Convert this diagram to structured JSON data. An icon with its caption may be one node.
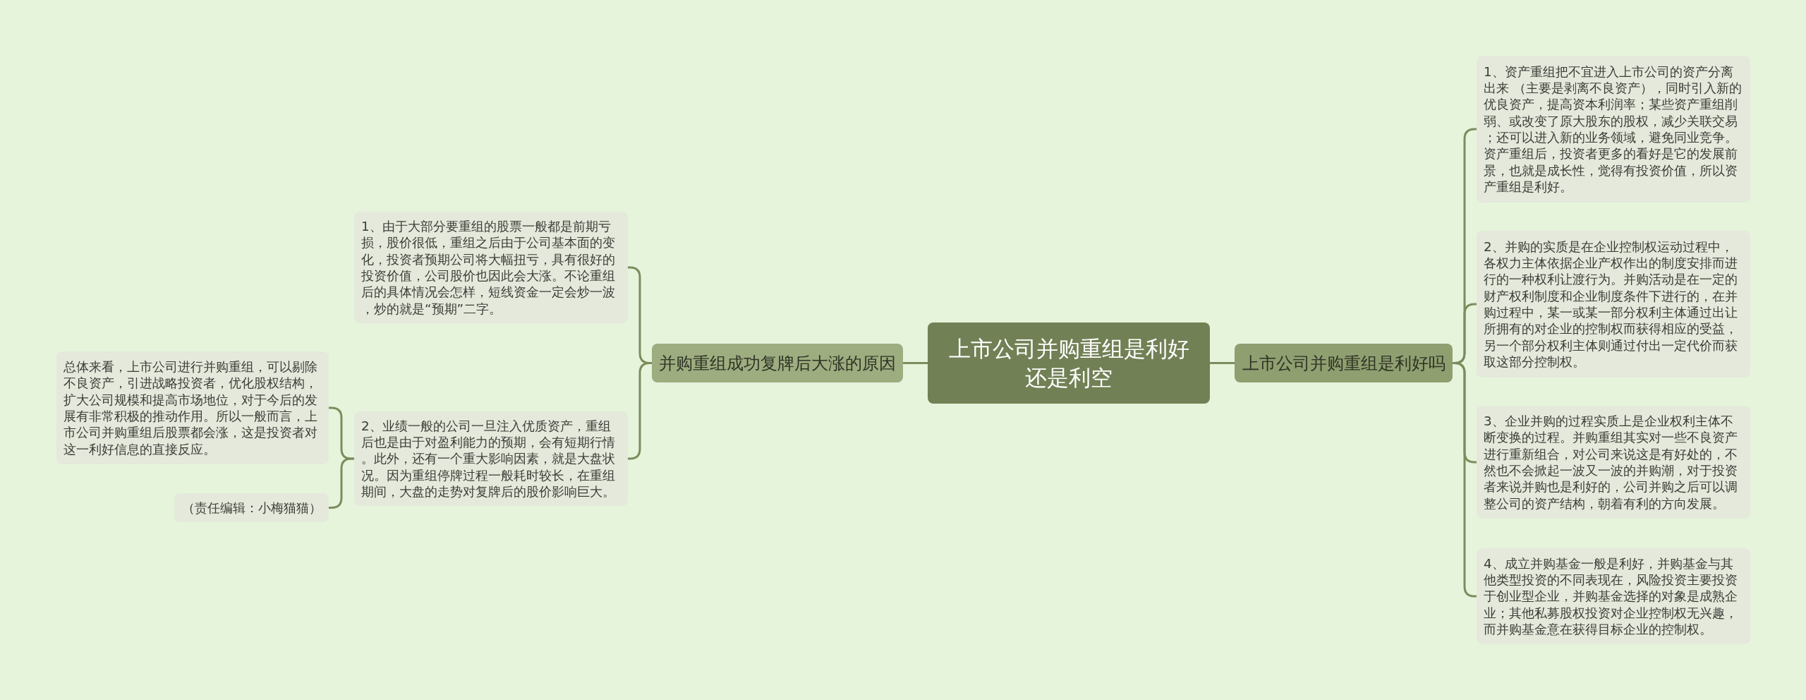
{
  "diagram": {
    "nodes": [
      {
        "text": [
          "上市公司并购重组是利好还是利空"
        ]
      },
      {
        "text": [
          "上市公司并购重组是利好吗"
        ]
      },
      {
        "text": [
          "1、资产重组把不宜进入上市公司的资产分离出来 （主要是剥离不良资产），同时引入新的优良资产，提高资本利润率；某些资产重组削弱、或改变了原大股东的股权，减少关联交易；还可以进入新的业务领域，避免同业竞争。资产重组后，投资者更多的看好是它的发展前景，也就是成长性，觉得有投资价值，所以资产重组是利好。"
        ]
      },
      {
        "text": [
          "2、并购的实质是在企业控制权运动过程中，各权力主体依据企业产权作出的制度安排而进行的一种权利让渡行为。并购活动是在一定的财产权利制度和企业制度条件下进行的，在并购过程中，某一或某一部分权利主体通过出让所拥有的对企业的控制权而获得相应的受益，另一个部分权利主体则通过付出一定代价而获取这部分控制权。"
        ]
      },
      {
        "text": [
          "3、企业并购的过程实质上是企业权利主体不断变换的过程。并购重组其实对一些不良资产进行重新组合，对公司来说这是有好处的，不然也不会掀起一波又一波的并购潮，对于投资者来说并购也是利好的，公司并购之后可以调整公司的资产结构，朝着有利的方向发展。"
        ]
      },
      {
        "text": [
          "4、成立并购基金一般是利好，并购基金与其他类型投资的不同表现在，风险投资主要投资于创业型企业，并购基金选择的对象是成熟企业；其他私募股权投资对企业控制权无兴趣，而并购基金意在获得目标企业的控制权。"
        ]
      },
      {
        "text": [
          "并购重组成功复牌后大涨的原因"
        ]
      },
      {
        "text": [
          "1、由于大部分要重组的股票一般都是前期亏损，股价很低，重组之后由于公司基本面的变化，投资者预期公司将大幅扭亏，具有很好的投资价值，公司股价也因此会大涨。不论重组后的具体情况会怎样，短线资金一定会炒一波，炒的就是“预期”二字。"
        ]
      },
      {
        "text": [
          "2、业绩一般的公司一旦注入优质资产，重组后也是由于对盈利能力的预期，会有短期行情。此外，还有一个重大影响因素，就是大盘状况。因为重组停牌过程一般耗时较长，在重组期间，大盘的走势对复牌后的股价影响巨大。"
        ]
      },
      {
        "text": [
          "总体来看，上市公司进行并购重组，可以剔除不良资产，引进战略投资者，优化股权结构，扩大公司规模和提高市场地位，对于今后的发展有非常积极的推动作用。所以一般而言，上市公司并购重组后股票都会涨，这是投资者对这一利好信息的直接反应。"
        ]
      },
      {
        "text": [
          "（责任编辑：小梅猫猫）"
        ]
      }
    ],
    "edges": [
      {
        "from": 0,
        "to": 1,
        "arrow": "none"
      },
      {
        "from": 1,
        "to": 2,
        "arrow": "none"
      },
      {
        "from": 1,
        "to": 3,
        "arrow": "none"
      },
      {
        "from": 1,
        "to": 4,
        "arrow": "none"
      },
      {
        "from": 1,
        "to": 5,
        "arrow": "none"
      },
      {
        "from": 0,
        "to": 6,
        "arrow": "none"
      },
      {
        "from": 6,
        "to": 7,
        "arrow": "none"
      },
      {
        "from": 6,
        "to": 8,
        "arrow": "none"
      },
      {
        "from": 8,
        "to": 9,
        "arrow": "none"
      },
      {
        "from": 8,
        "to": 10,
        "arrow": "none"
      }
    ]
  }
}
